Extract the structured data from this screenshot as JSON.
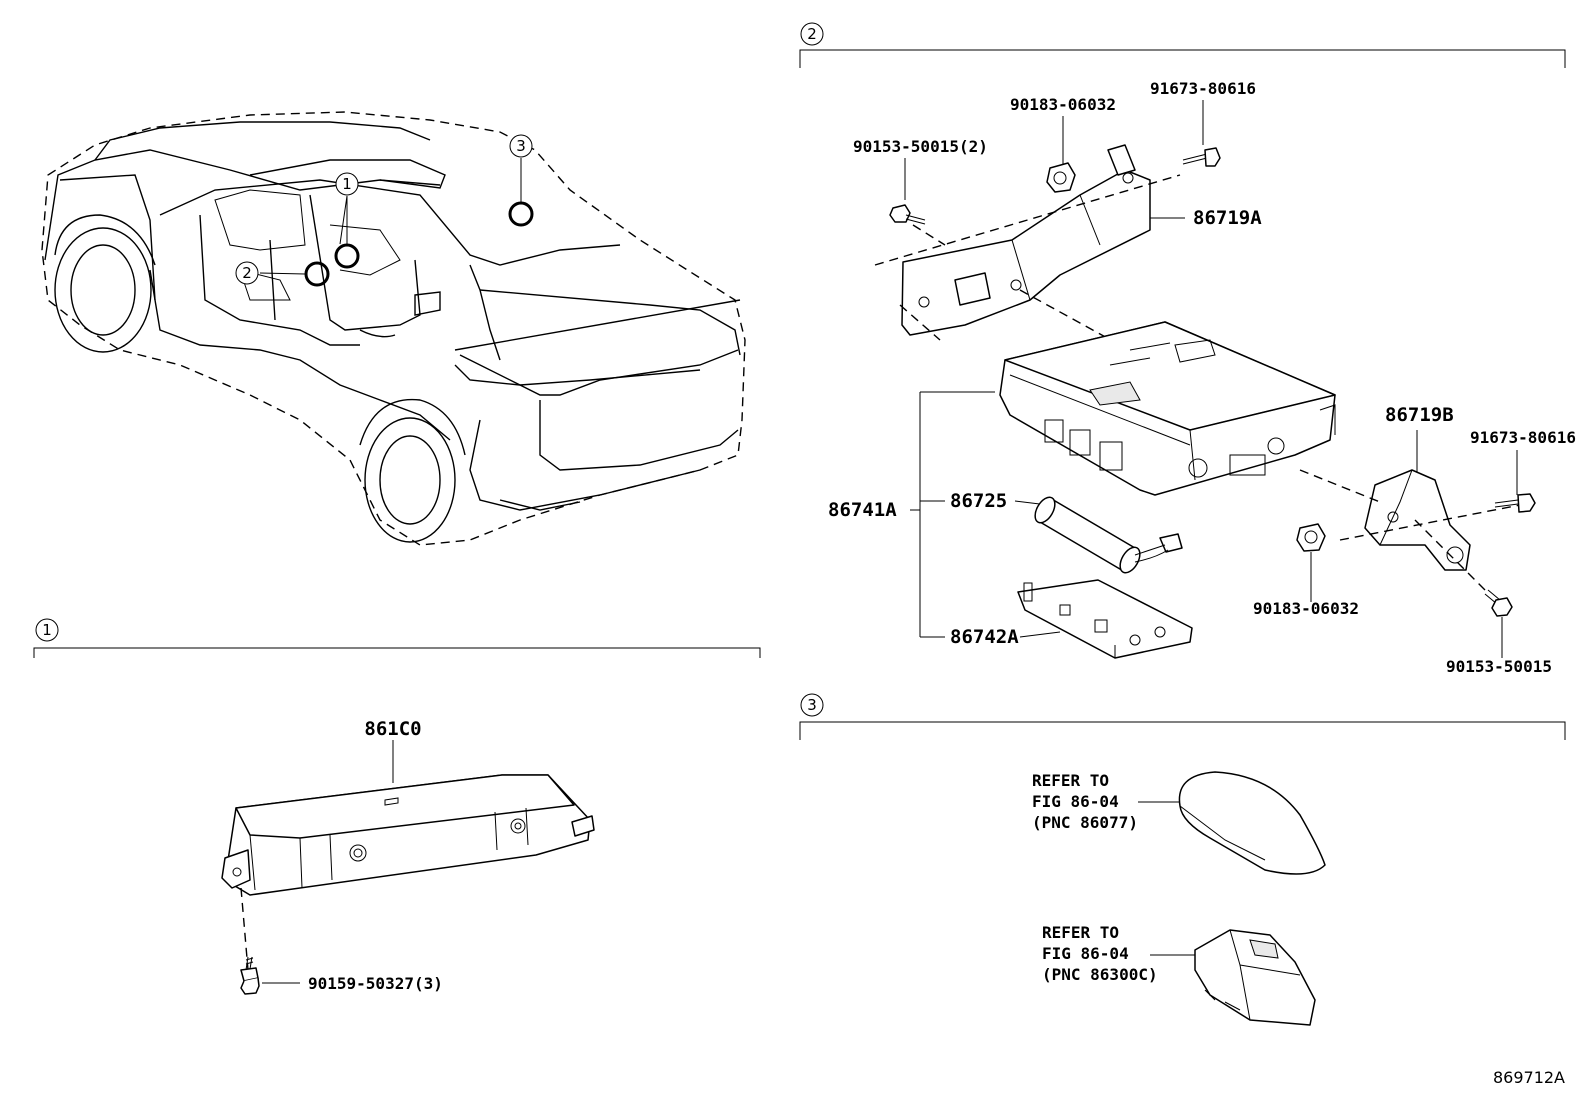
{
  "figure_id": "869712A",
  "overview": {
    "callouts": [
      {
        "num": "1"
      },
      {
        "num": "2"
      },
      {
        "num": "3"
      }
    ]
  },
  "section_1": {
    "number": "1",
    "part_main": "861C0",
    "screw": "90159-50327(3)"
  },
  "section_2": {
    "number": "2",
    "labels": {
      "bolt_a": "90183-06032",
      "bolt_b": "91673-80616",
      "bolt_c": "90153-50015(2)",
      "bracket_a": "86719A",
      "bracket_b": "86719B",
      "bolt_d": "91673-80616",
      "assembly": "86741A",
      "battery": "86725",
      "board": "86742A",
      "bolt_e": "90183-06032",
      "bolt_f": "90153-50015"
    }
  },
  "section_3": {
    "number": "3",
    "ref1": {
      "line1": "REFER TO",
      "line2": "FIG 86-04",
      "line3": "(PNC 86077)"
    },
    "ref2": {
      "line1": "REFER TO",
      "line2": "FIG 86-04",
      "line3": "(PNC 86300C)"
    }
  }
}
